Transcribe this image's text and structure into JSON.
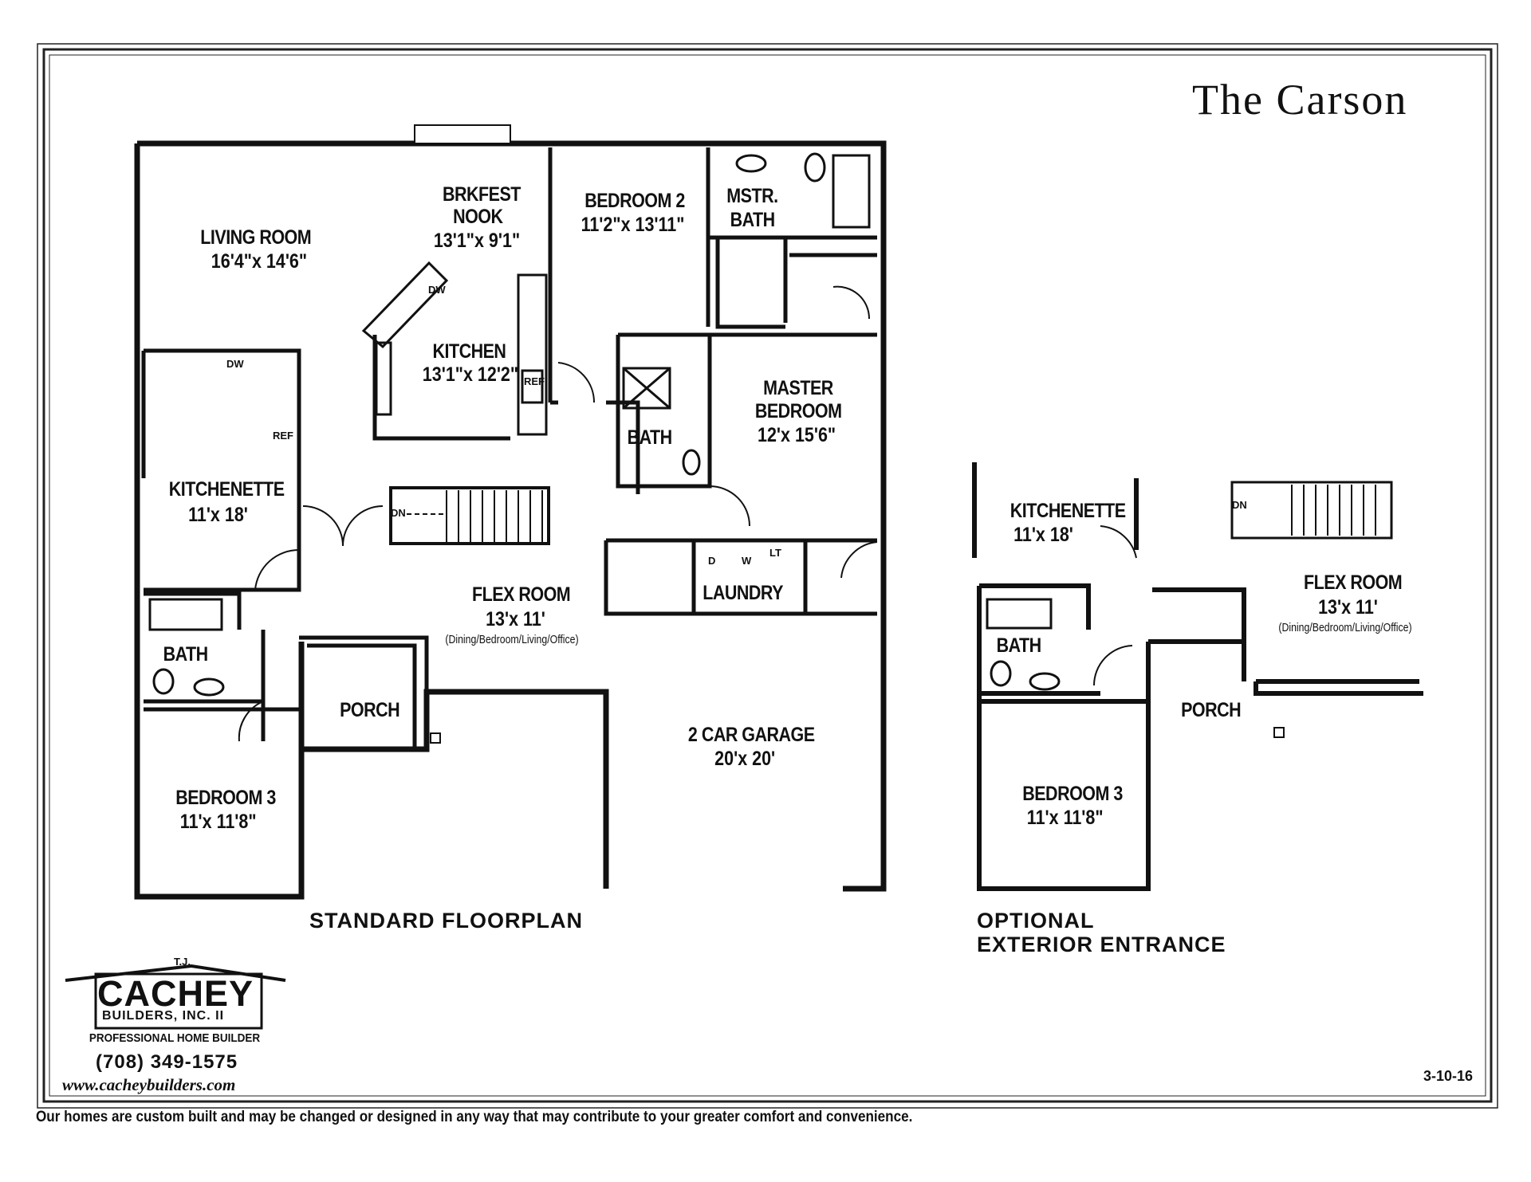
{
  "title": "The Carson",
  "date": "3-10-16",
  "standard_label": "STANDARD FLOORPLAN",
  "optional_label_line1": "OPTIONAL",
  "optional_label_line2": "EXTERIOR ENTRANCE",
  "footer": "Our homes are custom built and may be changed or designed in any way that may contribute to your greater comfort and convenience.",
  "logo": {
    "initials": "T.J.",
    "name": "CACHEY",
    "company": "BUILDERS, INC. II",
    "tagline": "PROFESSIONAL HOME BUILDER",
    "phone": "(708) 349-1575",
    "website": "www.cacheybuilders.com"
  },
  "rooms": {
    "living": {
      "name": "LIVING ROOM",
      "dim": "16'4\"x 14'6\""
    },
    "nook": {
      "name1": "BRKFEST",
      "name2": "NOOK",
      "dim": "13'1\"x 9'1\""
    },
    "bedroom2": {
      "name": "BEDROOM 2",
      "dim": "11'2\"x 13'11\""
    },
    "mstr_bath": {
      "name1": "MSTR.",
      "name2": "BATH"
    },
    "kitchen": {
      "name": "KITCHEN",
      "dim": "13'1\"x 12'2\""
    },
    "master": {
      "name1": "MASTER",
      "name2": "BEDROOM",
      "dim": "12'x 15'6\""
    },
    "bath_center": {
      "name": "BATH"
    },
    "kitchenette": {
      "name": "KITCHENETTE",
      "dim": "11'x 18'"
    },
    "flex": {
      "name": "FLEX ROOM",
      "dim": "13'x 11'",
      "sub": "(Dining/Bedroom/Living/Office)"
    },
    "laundry": {
      "name": "LAUNDRY"
    },
    "bath_left": {
      "name": "BATH"
    },
    "porch": {
      "name": "PORCH"
    },
    "garage": {
      "name": "2 CAR GARAGE",
      "dim": "20'x 20'"
    },
    "bedroom3": {
      "name": "BEDROOM 3",
      "dim": "11'x 11'8\""
    }
  },
  "optional_rooms": {
    "kitchenette": {
      "name": "KITCHENETTE",
      "dim": "11'x 18'"
    },
    "flex": {
      "name": "FLEX ROOM",
      "dim": "13'x 11'",
      "sub": "(Dining/Bedroom/Living/Office)"
    },
    "bath": {
      "name": "BATH"
    },
    "porch": {
      "name": "PORCH"
    },
    "bedroom3": {
      "name": "BEDROOM 3",
      "dim": "11'x 11'8\""
    }
  },
  "fixtures": {
    "dw": "DW",
    "ref": "REF",
    "dn": "DN",
    "dryer": "D",
    "washer": "W",
    "laundry_tub": "LT"
  }
}
